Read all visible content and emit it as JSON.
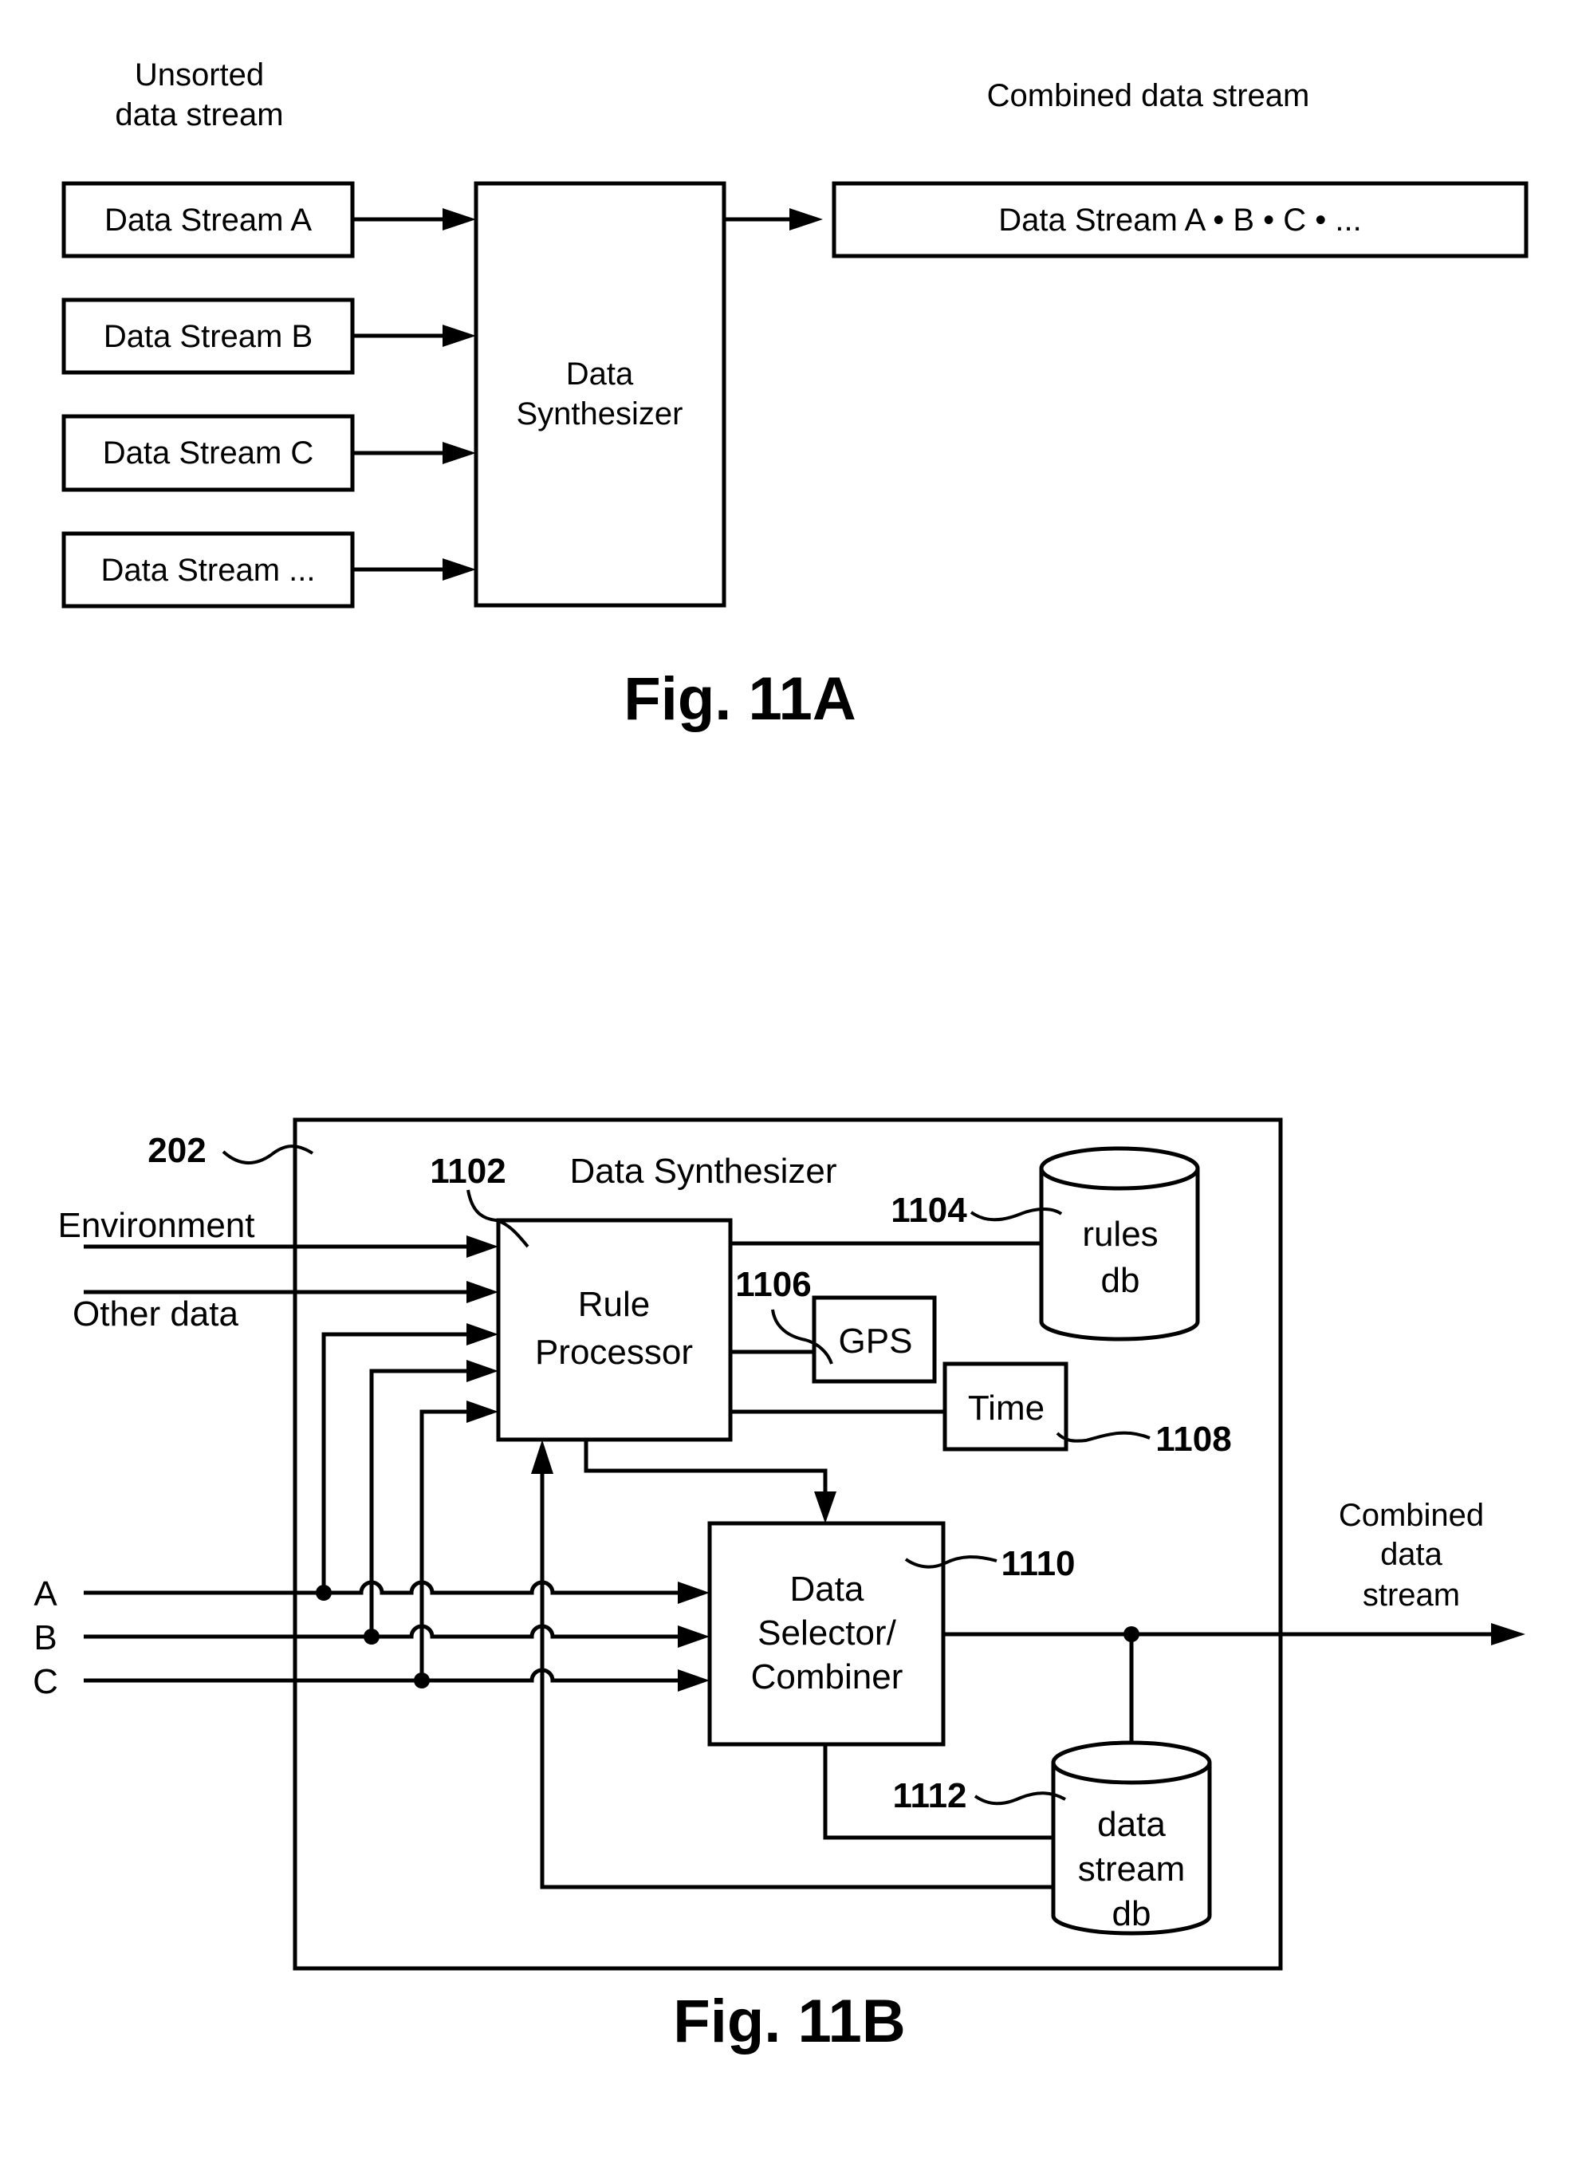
{
  "fig11a": {
    "input_header": [
      "Unsorted",
      "data stream"
    ],
    "output_header": "Combined data stream",
    "inputs": [
      "Data Stream A",
      "Data Stream B",
      "Data Stream C",
      "Data Stream ..."
    ],
    "synthesizer": [
      "Data",
      "Synthesizer"
    ],
    "output": "Data Stream A • B • C • ...",
    "caption": "Fig. 11A"
  },
  "fig11b": {
    "caption": "Fig. 11B",
    "container": {
      "ref": "202",
      "title": "Data Synthesizer"
    },
    "external_inputs": {
      "environment": "Environment",
      "other": "Other data"
    },
    "streams": [
      "A",
      "B",
      "C"
    ],
    "rule_processor": {
      "ref": "1102",
      "label": [
        "Rule",
        "Processor"
      ]
    },
    "rules_db": {
      "ref": "1104",
      "label": [
        "rules",
        "db"
      ]
    },
    "gps": {
      "ref": "1106",
      "label": "GPS"
    },
    "time": {
      "ref": "1108",
      "label": "Time"
    },
    "selector": {
      "ref": "1110",
      "label": [
        "Data",
        "Selector/",
        "Combiner"
      ]
    },
    "stream_db": {
      "ref": "1112",
      "label": [
        "data",
        "stream",
        "db"
      ]
    },
    "output_label": [
      "Combined",
      "data",
      "stream"
    ]
  }
}
